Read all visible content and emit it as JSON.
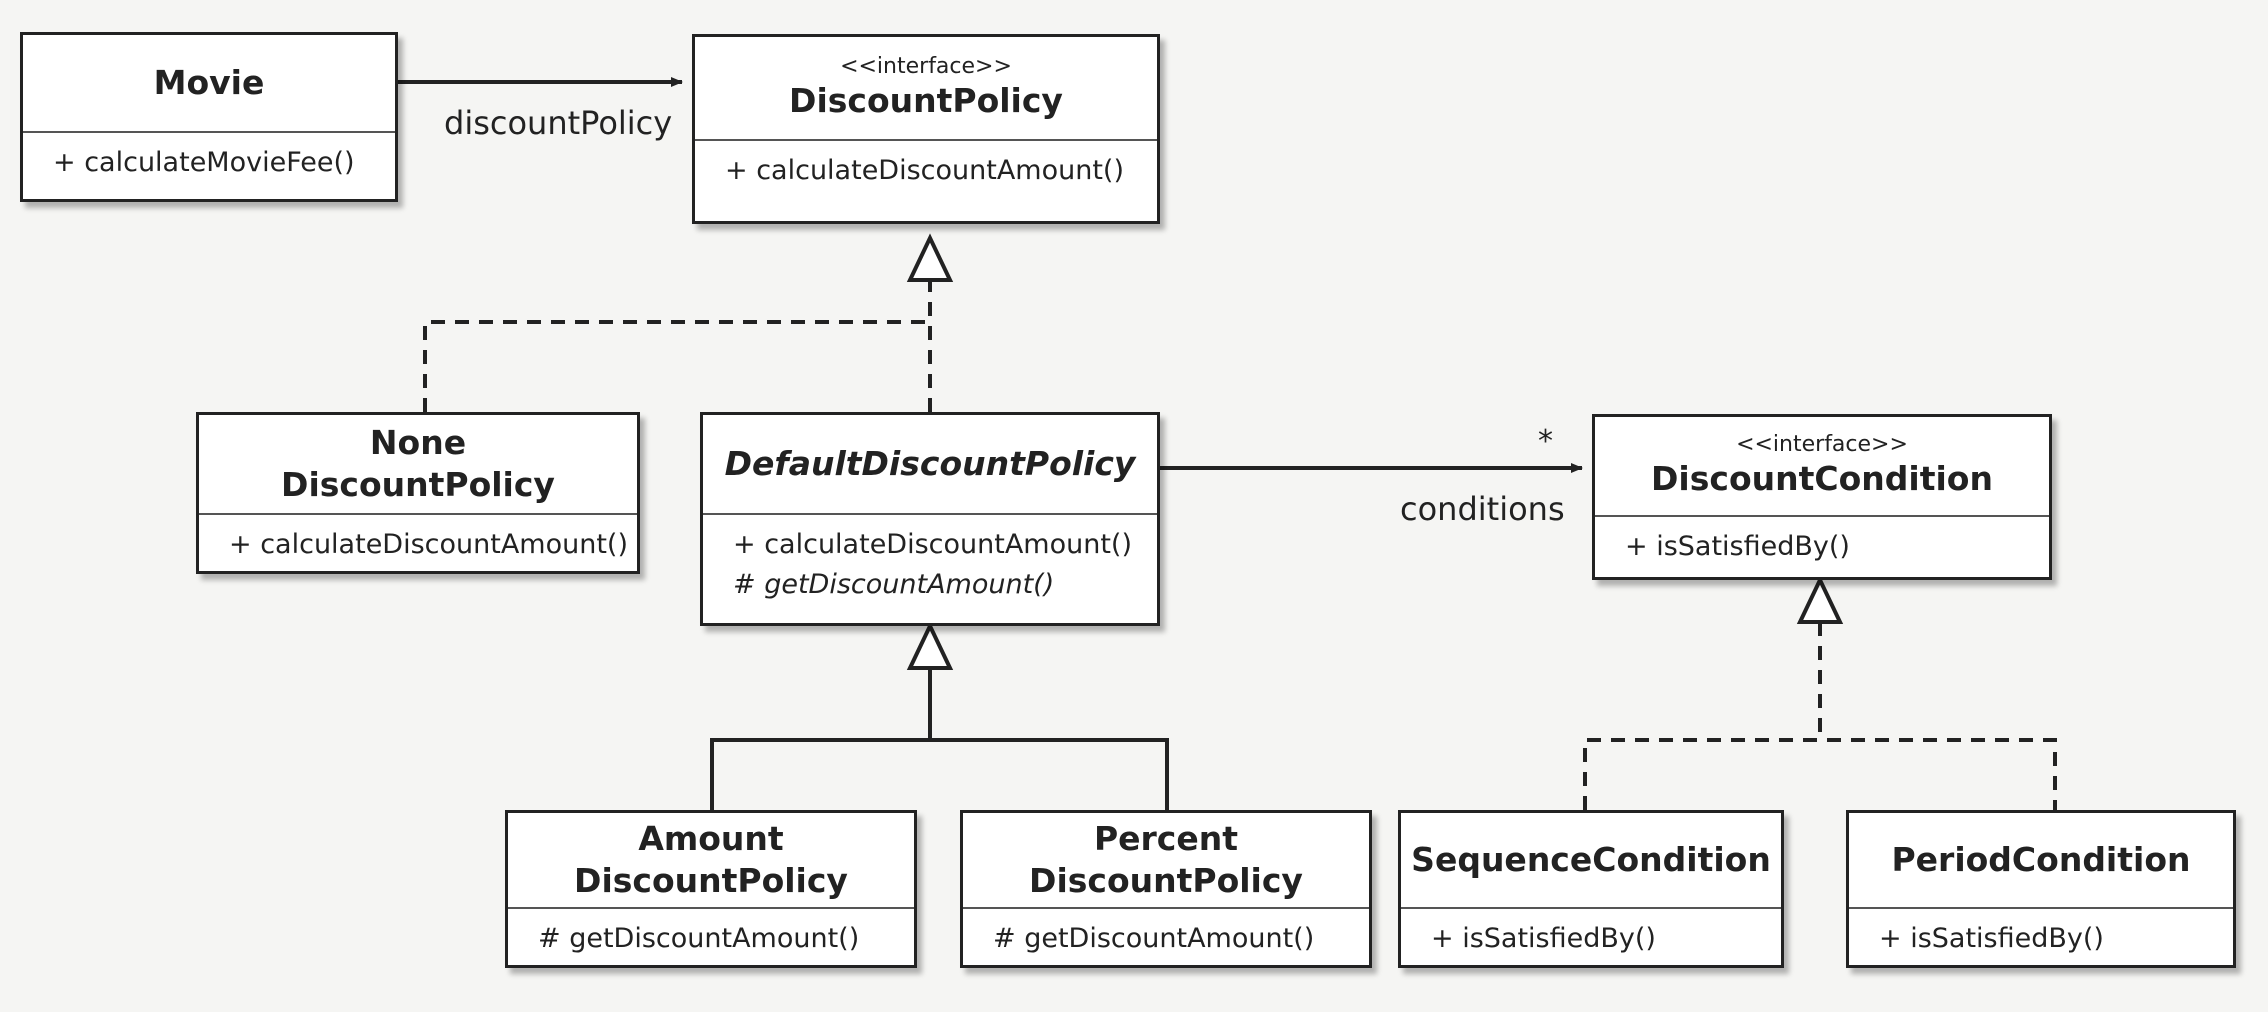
{
  "classes": {
    "movie": {
      "name": "Movie",
      "ops": [
        "+ calculateMovieFee()"
      ]
    },
    "discount_policy": {
      "stereotype": "<<interface>>",
      "name": "DiscountPolicy",
      "ops": [
        "+ calculateDiscountAmount()"
      ]
    },
    "none_discount_policy": {
      "name_line1": "None",
      "name_line2": "DiscountPolicy",
      "ops": [
        "+ calculateDiscountAmount()"
      ]
    },
    "default_discount_policy": {
      "name": "DefaultDiscountPolicy",
      "ops": [
        "+ calculateDiscountAmount()",
        "# getDiscountAmount()"
      ]
    },
    "discount_condition": {
      "stereotype": "<<interface>>",
      "name": "DiscountCondition",
      "ops": [
        "+ isSatisfiedBy()"
      ]
    },
    "amount_discount_policy": {
      "name_line1": "Amount",
      "name_line2": "DiscountPolicy",
      "ops": [
        "# getDiscountAmount()"
      ]
    },
    "percent_discount_policy": {
      "name_line1": "Percent",
      "name_line2": "DiscountPolicy",
      "ops": [
        "# getDiscountAmount()"
      ]
    },
    "sequence_condition": {
      "name": "SequenceCondition",
      "ops": [
        "+ isSatisfiedBy()"
      ]
    },
    "period_condition": {
      "name": "PeriodCondition",
      "ops": [
        "+ isSatisfiedBy()"
      ]
    }
  },
  "associations": {
    "discount_policy_role": "discountPolicy",
    "conditions_role": "conditions",
    "conditions_multiplicity": "*"
  },
  "colors": {
    "line": "#222222",
    "background": "#f5f5f3",
    "box": "#ffffff"
  }
}
